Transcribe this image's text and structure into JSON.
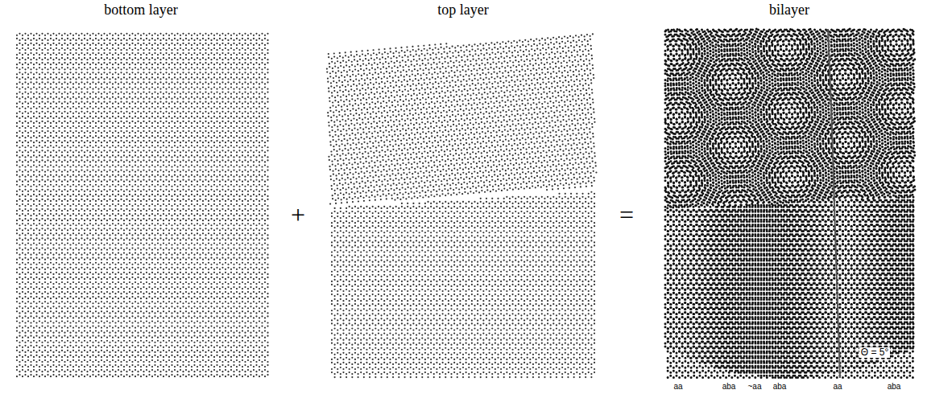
{
  "diagram": {
    "labels": [
      "bottom layer",
      "top layer",
      "bilayer",
      "+",
      "=",
      "Θ = 5°",
      "aa",
      "aba",
      "~aa",
      "aba",
      "aa",
      "aba"
    ]
  }
}
